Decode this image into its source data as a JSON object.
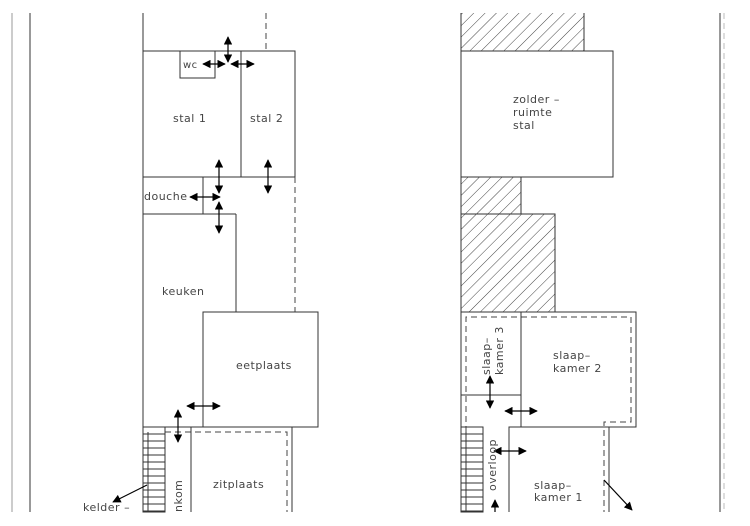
{
  "ground_floor": {
    "rooms": {
      "wc": "wc",
      "stal1": "stal 1",
      "stal2": "stal 2",
      "douche": "douche",
      "keuken": "keuken",
      "eetplaats": "eetplaats",
      "zitplaats": "zitplaats",
      "inkom": "nkom",
      "kelder": "kelder  –"
    }
  },
  "upper_floor": {
    "rooms": {
      "zolder_line1": "zolder  –",
      "zolder_line2": "ruimte",
      "zolder_line3": "stal",
      "slaapkamer3_line1": "slaap–",
      "slaapkamer3_line2": "kamer  3",
      "slaapkamer2_line1": "slaap–",
      "slaapkamer2_line2": "kamer  2",
      "overloop": "overloop",
      "slaapkamer1_line1": "slaap–",
      "slaapkamer1_line2": "kamer  1"
    }
  }
}
